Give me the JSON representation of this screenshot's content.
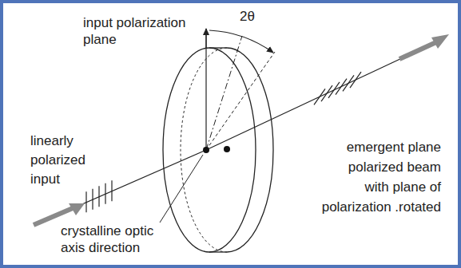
{
  "diagram": {
    "labels": [
      "input polarization plane",
      "2θ",
      "linearly polarized input",
      "crystalline optic axis direction",
      "emergent plane polarized beam with plane of polarization .rotated"
    ]
  }
}
